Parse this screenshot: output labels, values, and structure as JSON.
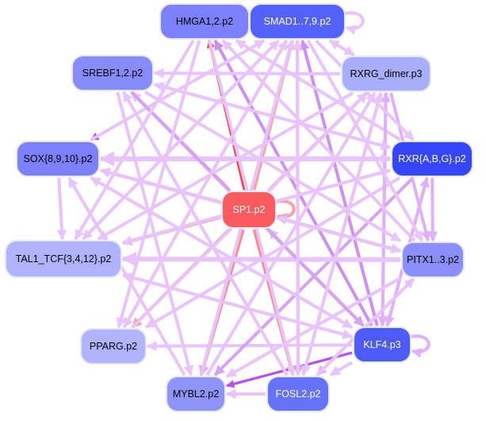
{
  "diagram": {
    "title": "Transcription factor regulatory network",
    "nodes": [
      {
        "id": "HMGA",
        "label": "HMGA1,2.p2",
        "fill": "#7b80fb",
        "text": "#000000"
      },
      {
        "id": "SMAD",
        "label": "SMAD1..7,9.p2",
        "fill": "#5262fa",
        "text": "#ffffff"
      },
      {
        "id": "SREBF",
        "label": "SREBF1,2.p2",
        "fill": "#878cfb",
        "text": "#000000"
      },
      {
        "id": "RXRG",
        "label": "RXRG_dimer.p3",
        "fill": "#a9aefc",
        "text": "#000000"
      },
      {
        "id": "SOX",
        "label": "SOX{8,9,10}.p2",
        "fill": "#7c80fb",
        "text": "#000000"
      },
      {
        "id": "RXR",
        "label": "RXR{A,B,G}.p2",
        "fill": "#3446f7",
        "text": "#ffffff"
      },
      {
        "id": "SP1",
        "label": "SP1.p2",
        "fill": "#fb5a5f",
        "text": "#ffffff"
      },
      {
        "id": "TAL1",
        "label": "TAL1_TCF{3,4,12}.p2",
        "fill": "#aeb3fc",
        "text": "#000000"
      },
      {
        "id": "PITX",
        "label": "PITX1..3.p2",
        "fill": "#8a8ffb",
        "text": "#000000"
      },
      {
        "id": "PPARG",
        "label": "PPARG.p2",
        "fill": "#b0b4fc",
        "text": "#000000"
      },
      {
        "id": "KLF4",
        "label": "KLF4.p3",
        "fill": "#4d5cf9",
        "text": "#ffffff"
      },
      {
        "id": "MYBL2",
        "label": "MYBL2.p2",
        "fill": "#8f94fb",
        "text": "#000000"
      },
      {
        "id": "FOSL2",
        "label": "FOSL2.p2",
        "fill": "#6572fa",
        "text": "#ffffff"
      }
    ],
    "edges": [
      {
        "from": "SP1",
        "to": "HMGA",
        "color": "#f94549",
        "weight": "strong"
      },
      {
        "from": "SP1",
        "to": "SREBF",
        "color": "#f86a70",
        "weight": "medium"
      },
      {
        "from": "SP1",
        "to": "SOX",
        "color": "#fba0a4",
        "weight": "medium"
      },
      {
        "from": "SP1",
        "to": "TAL1",
        "color": "#fba0a4",
        "weight": "medium"
      },
      {
        "from": "SP1",
        "to": "PPARG",
        "color": "#fba0a4",
        "weight": "medium"
      },
      {
        "from": "SP1",
        "to": "MYBL2",
        "color": "#fa8a8f",
        "weight": "medium"
      },
      {
        "from": "SP1",
        "to": "FOSL2",
        "color": "#fa8a8f",
        "weight": "medium"
      },
      {
        "from": "SP1",
        "to": "KLF4",
        "color": "#fa8a8f",
        "weight": "medium"
      },
      {
        "from": "SP1",
        "to": "PITX",
        "color": "#fa8a8f",
        "weight": "medium"
      },
      {
        "from": "SP1",
        "to": "RXRG",
        "color": "#fba0a4",
        "weight": "medium"
      },
      {
        "from": "SP1",
        "to": "SMAD",
        "color": "#fba0a4",
        "weight": "medium"
      },
      {
        "from": "SP1",
        "to": "SP1",
        "color": "#fba0a4",
        "weight": "medium"
      },
      {
        "from": "KLF4",
        "to": "SP1",
        "color": "#c8c8ff",
        "weight": "medium"
      },
      {
        "from": "PITX",
        "to": "SP1",
        "color": "#c8c8ff",
        "weight": "medium"
      },
      {
        "from": "SMAD",
        "to": "SOX",
        "color": "#b43cf0",
        "weight": "strong"
      },
      {
        "from": "SMAD",
        "to": "HMGA",
        "color": "#e9c3fc",
        "weight": "medium"
      },
      {
        "from": "HMGA",
        "to": "SMAD",
        "color": "#e9c3fc",
        "weight": "medium"
      },
      {
        "from": "SMAD",
        "to": "SMAD",
        "color": "#e9c3fc",
        "weight": "medium"
      },
      {
        "from": "KLF4",
        "to": "KLF4",
        "color": "#e0b0fc",
        "weight": "medium"
      },
      {
        "from": "KLF4",
        "to": "MYBL2",
        "color": "#b94ef2",
        "weight": "strong"
      },
      {
        "from": "KLF4",
        "to": "SMAD",
        "color": "#cf8ff8",
        "weight": "medium"
      },
      {
        "from": "KLF4",
        "to": "RXRG",
        "color": "#e0b0fc",
        "weight": "medium"
      },
      {
        "from": "KLF4",
        "to": "RXR",
        "color": "#e0b0fc",
        "weight": "medium"
      },
      {
        "from": "KLF4",
        "to": "PPARG",
        "color": "#e9c3fc",
        "weight": "medium"
      },
      {
        "from": "KLF4",
        "to": "FOSL2",
        "color": "#e9c3fc",
        "weight": "medium"
      },
      {
        "from": "KLF4",
        "to": "SREBF",
        "color": "#e9c3fc",
        "weight": "medium"
      },
      {
        "from": "KLF4",
        "to": "TAL1",
        "color": "#e9c3fc",
        "weight": "medium"
      },
      {
        "from": "KLF4",
        "to": "HMGA",
        "color": "#cf8ff8",
        "weight": "medium"
      },
      {
        "from": "RXR",
        "to": "SOX",
        "color": "#e9c3fc",
        "weight": "wide"
      },
      {
        "from": "RXR",
        "to": "SREBF",
        "color": "#e9c3fc",
        "weight": "medium"
      },
      {
        "from": "RXR",
        "to": "HMGA",
        "color": "#e9c3fc",
        "weight": "medium"
      },
      {
        "from": "RXR",
        "to": "PITX",
        "color": "#e0b0fc",
        "weight": "medium"
      },
      {
        "from": "RXR",
        "to": "TAL1",
        "color": "#e9c3fc",
        "weight": "medium"
      },
      {
        "from": "RXR",
        "to": "KLF4",
        "color": "#e0b0fc",
        "weight": "medium"
      },
      {
        "from": "RXR",
        "to": "MYBL2",
        "color": "#d9a0fa",
        "weight": "medium"
      },
      {
        "from": "RXR",
        "to": "PPARG",
        "color": "#e9c3fc",
        "weight": "medium"
      },
      {
        "from": "RXRG",
        "to": "SMAD",
        "color": "#e9c3fc",
        "weight": "medium"
      },
      {
        "from": "RXRG",
        "to": "SREBF",
        "color": "#e9c3fc",
        "weight": "medium"
      },
      {
        "from": "RXRG",
        "to": "TAL1",
        "color": "#e9c3fc",
        "weight": "medium"
      },
      {
        "from": "RXRG",
        "to": "FOSL2",
        "color": "#e9c3fc",
        "weight": "medium"
      },
      {
        "from": "RXRG",
        "to": "KLF4",
        "color": "#e0b0fc",
        "weight": "medium"
      },
      {
        "from": "RXRG",
        "to": "PITX",
        "color": "#e0b0fc",
        "weight": "medium"
      },
      {
        "from": "PITX",
        "to": "TAL1",
        "color": "#e9c3fc",
        "weight": "wide"
      },
      {
        "from": "PITX",
        "to": "SOX",
        "color": "#e9c3fc",
        "weight": "medium"
      },
      {
        "from": "PITX",
        "to": "HMGA",
        "color": "#e9c3fc",
        "weight": "medium"
      },
      {
        "from": "PITX",
        "to": "FOSL2",
        "color": "#e0b0fc",
        "weight": "medium"
      },
      {
        "from": "PITX",
        "to": "MYBL2",
        "color": "#e9c3fc",
        "weight": "medium"
      },
      {
        "from": "SOX",
        "to": "TAL1",
        "color": "#e9c3fc",
        "weight": "medium"
      },
      {
        "from": "SOX",
        "to": "SMAD",
        "color": "#e9c3fc",
        "weight": "medium"
      },
      {
        "from": "SOX",
        "to": "RXR",
        "color": "#e9c3fc",
        "weight": "medium"
      },
      {
        "from": "SOX",
        "to": "PITX",
        "color": "#e9c3fc",
        "weight": "medium"
      },
      {
        "from": "SOX",
        "to": "KLF4",
        "color": "#e9c3fc",
        "weight": "medium"
      },
      {
        "from": "SREBF",
        "to": "RXR",
        "color": "#e9c3fc",
        "weight": "medium"
      },
      {
        "from": "SREBF",
        "to": "PITX",
        "color": "#e9c3fc",
        "weight": "medium"
      },
      {
        "from": "SREBF",
        "to": "KLF4",
        "color": "#d9a0fa",
        "weight": "medium"
      },
      {
        "from": "SREBF",
        "to": "MYBL2",
        "color": "#e9c3fc",
        "weight": "medium"
      },
      {
        "from": "HMGA",
        "to": "TAL1",
        "color": "#e9c3fc",
        "weight": "medium"
      },
      {
        "from": "HMGA",
        "to": "FOSL2",
        "color": "#e9c3fc",
        "weight": "medium"
      },
      {
        "from": "HMGA",
        "to": "PPARG",
        "color": "#e9c3fc",
        "weight": "medium"
      },
      {
        "from": "SMAD",
        "to": "RXRG",
        "color": "#e9c3fc",
        "weight": "medium"
      },
      {
        "from": "SMAD",
        "to": "RXR",
        "color": "#e9c3fc",
        "weight": "medium"
      },
      {
        "from": "SMAD",
        "to": "PITX",
        "color": "#e9c3fc",
        "weight": "medium"
      },
      {
        "from": "SMAD",
        "to": "MYBL2",
        "color": "#e0b0fc",
        "weight": "medium"
      },
      {
        "from": "SMAD",
        "to": "FOSL2",
        "color": "#d9a0fa",
        "weight": "medium"
      },
      {
        "from": "SMAD",
        "to": "PPARG",
        "color": "#e9c3fc",
        "weight": "medium"
      },
      {
        "from": "SMAD",
        "to": "TAL1",
        "color": "#e9c3fc",
        "weight": "medium"
      },
      {
        "from": "FOSL2",
        "to": "SREBF",
        "color": "#e9c3fc",
        "weight": "medium"
      },
      {
        "from": "FOSL2",
        "to": "SMAD",
        "color": "#e9c3fc",
        "weight": "medium"
      },
      {
        "from": "FOSL2",
        "to": "RXRG",
        "color": "#e9c3fc",
        "weight": "medium"
      },
      {
        "from": "FOSL2",
        "to": "PITX",
        "color": "#e9c3fc",
        "weight": "medium"
      },
      {
        "from": "MYBL2",
        "to": "SMAD",
        "color": "#e9c3fc",
        "weight": "medium"
      },
      {
        "from": "MYBL2",
        "to": "SOX",
        "color": "#e9c3fc",
        "weight": "medium"
      },
      {
        "from": "MYBL2",
        "to": "RXRG",
        "color": "#e9c3fc",
        "weight": "medium"
      },
      {
        "from": "TAL1",
        "to": "SMAD",
        "color": "#e9c3fc",
        "weight": "medium"
      },
      {
        "from": "TAL1",
        "to": "RXR",
        "color": "#e9c3fc",
        "weight": "medium"
      },
      {
        "from": "TAL1",
        "to": "KLF4",
        "color": "#e9c3fc",
        "weight": "medium"
      },
      {
        "from": "PPARG",
        "to": "RXRG",
        "color": "#e9c3fc",
        "weight": "medium"
      },
      {
        "from": "PPARG",
        "to": "SMAD",
        "color": "#e9c3fc",
        "weight": "medium"
      },
      {
        "from": "FOSL2",
        "to": "MYBL2",
        "color": "#e9c3fc",
        "weight": "medium"
      },
      {
        "from": "KLF4",
        "to": "SOX",
        "color": "#e9c3fc",
        "weight": "medium"
      }
    ]
  }
}
